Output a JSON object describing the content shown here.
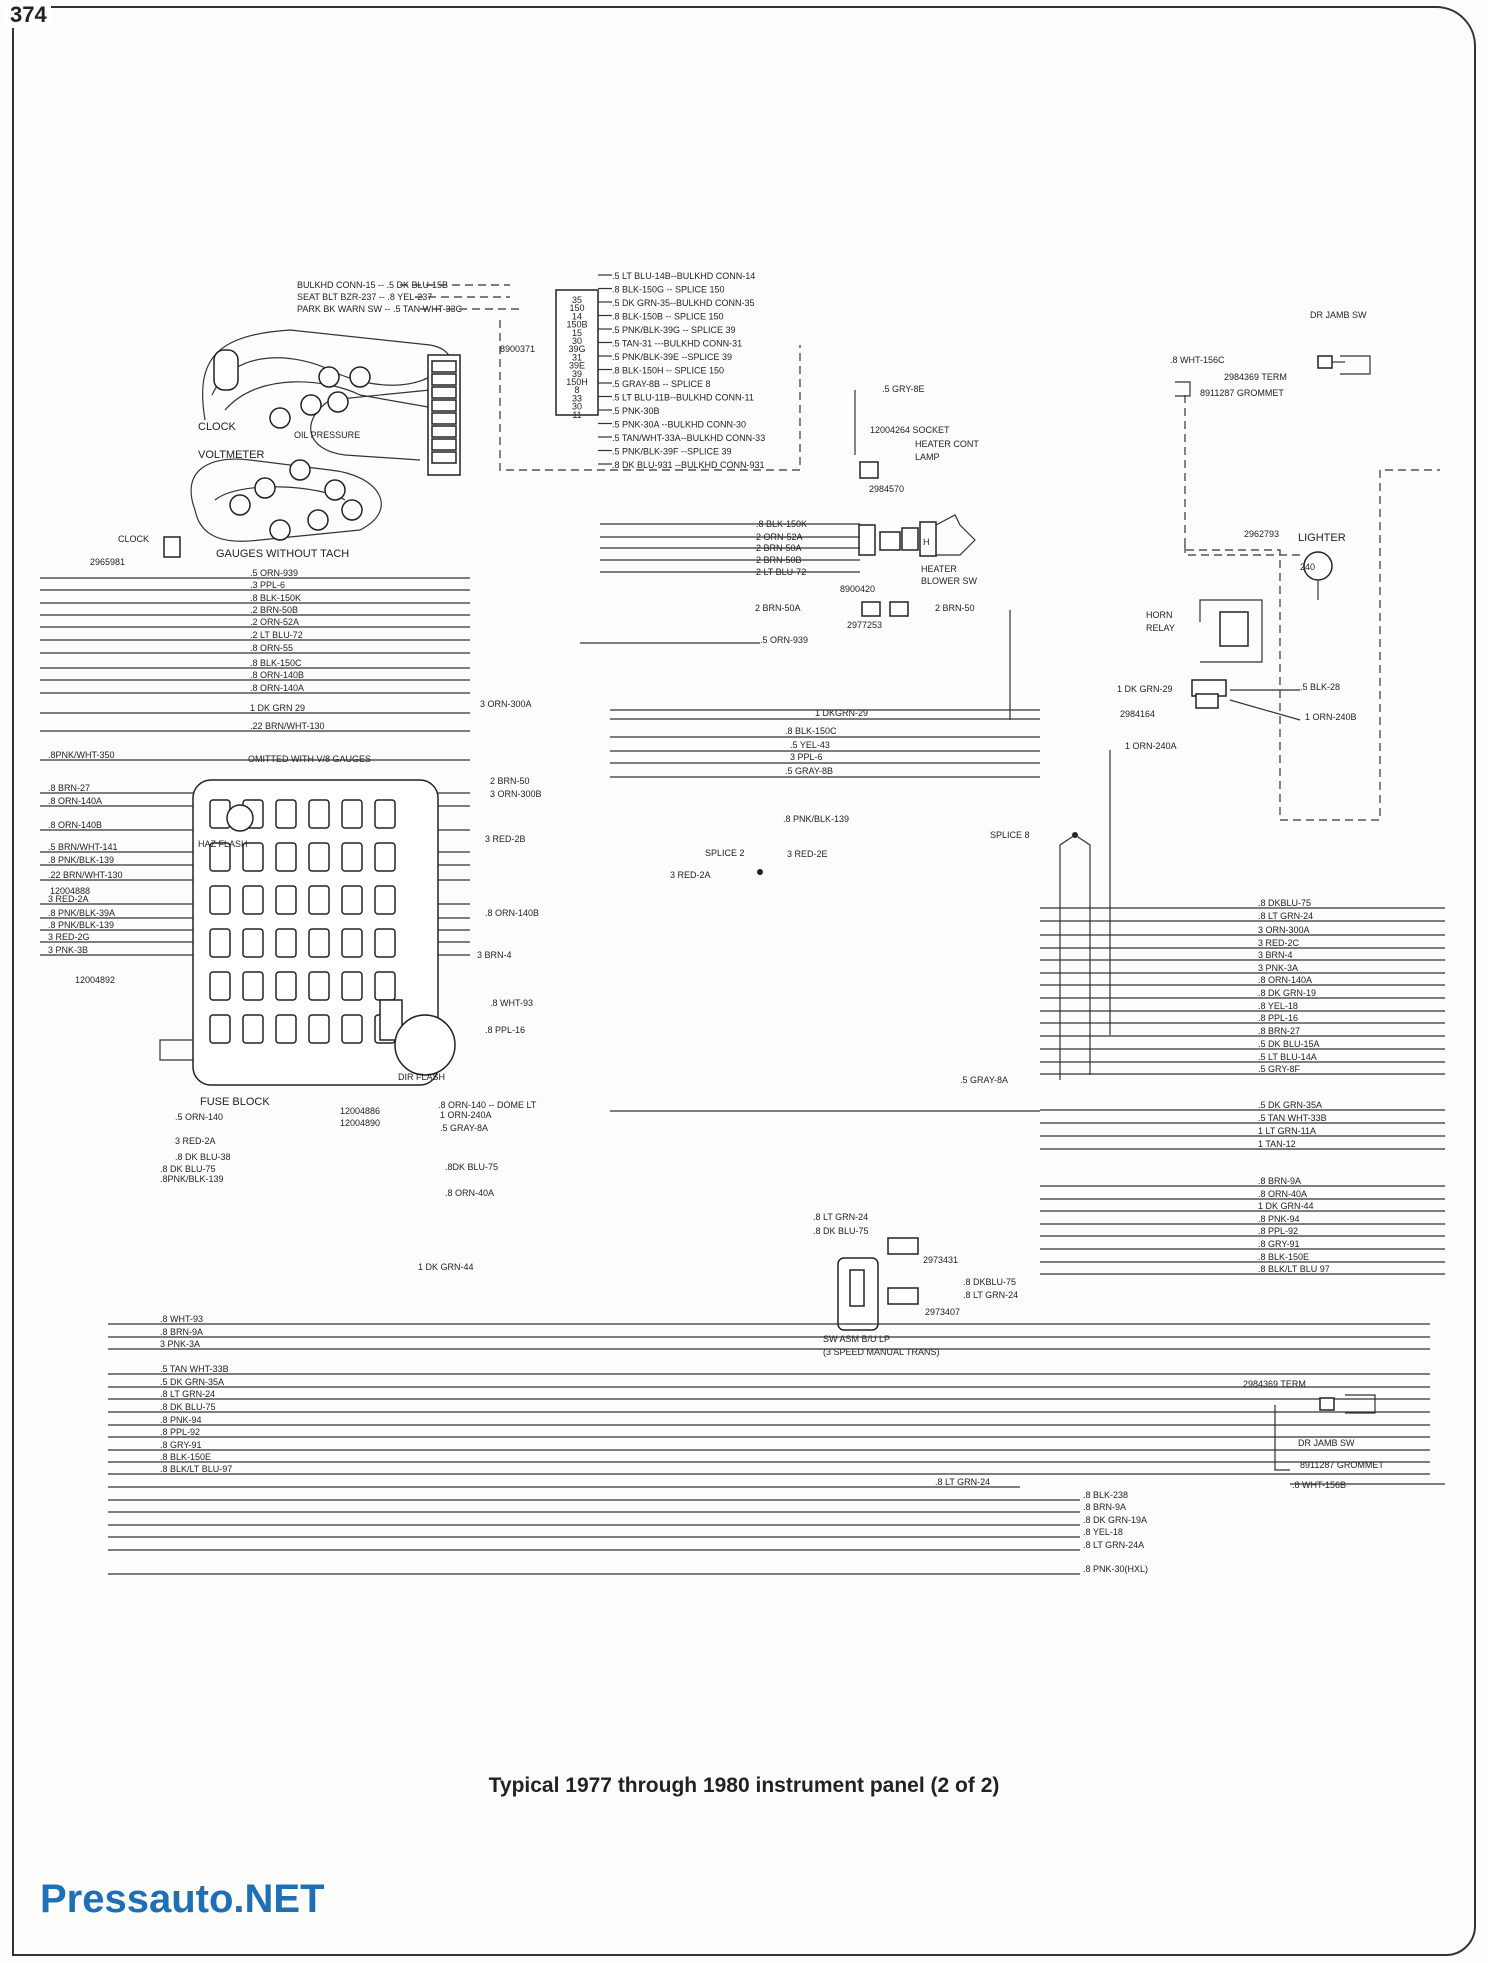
{
  "page_number": "374",
  "caption": "Typical 1977 through 1980 instrument panel (2 of 2)",
  "watermark": "Pressauto.NET",
  "components": {
    "clock": "CLOCK",
    "clock_label": "CLOCK",
    "voltmeter": "VOLTMETER",
    "oil_pressure": "OIL PRESSURE",
    "gauges_without_tach": "GAUGES WITHOUT TACH",
    "fuse_block": "FUSE BLOCK",
    "heater_cont_lamp": "HEATER CONT LAMP",
    "heater_blower_sw": "HEATER BLOWER SW",
    "horn_relay": "HORN RELAY",
    "lighter": "LIGHTER",
    "dr_jamb_sw_top": "DR JAMB SW",
    "dr_jamb_sw_bottom": "DR JAMB SW",
    "sw_asm": "SW ASM B/U LP",
    "sw_asm_note": "(3 SPEED MANUAL TRANS)",
    "omitted_note": "OMITTED WITH V/8 GAUGES",
    "splice_8": "SPLICE 8",
    "splice_2": "SPLICE 2",
    "haz_flash": "HAZ FLASH",
    "dir_flash": "DIR FLASH",
    "socket": "12004264 SOCKET",
    "grommet_top": "8911287 GROMMET",
    "term_top": "2984369 TERM",
    "grommet_bottom": "8911287 GROMMET",
    "term_bottom": "2984369 TERM"
  },
  "top_connector_labels": [
    ".5 LT BLU-14B--BULKHD CONN-14",
    ".8 BLK-150G -- SPLICE 150",
    ".5 DK GRN-35--BULKHD CONN-35",
    ".8 BLK-150B -- SPLICE 150",
    ".5 PNK/BLK-39G -- SPLICE 39",
    ".5 TAN-31 ---BULKHD CONN-31",
    ".5 PNK/BLK-39E --SPLICE 39",
    ".8 BLK-150H -- SPLICE 150",
    ".5 GRAY-8B -- SPLICE 8",
    ".5 LT BLU-11B--BULKHD CONN-11",
    ".5 PNK-30B",
    ".5 PNK-30A --BULKHD CONN-30",
    ".5 TAN/WHT-33A--BULKHD CONN-33",
    ".5 PNK/BLK-39F --SPLICE 39",
    ".8 DK BLU-931 --BULKHD CONN-931"
  ],
  "top_left_labels": [
    "BULKHD CONN-15 -- .5 DK BLU-15B",
    "SEAT BLT BZR-237 -- .8 YEL-237",
    "PARK BK WARN SW -- .5 TAN WHT-33C"
  ],
  "connector_pins": [
    "35",
    "150",
    "14",
    "150B",
    "15",
    "30",
    "39G",
    "31",
    "39E",
    "39",
    "150H",
    "8",
    "33",
    "30",
    "11"
  ],
  "left_wires": [
    ".5 ORN-939",
    ".3 PPL-6",
    ".8 BLK-150K",
    ".2 BRN-50B",
    ".2 ORN-52A",
    ".2 LT BLU-72",
    ".8 ORN-55",
    ".8 BLK-150C",
    ".8 ORN-140B",
    ".8 ORN-140A",
    "1 DK GRN 29",
    ".22 BRN/WHT-130",
    ".8PNK/WHT-350",
    ".8 BRN-27",
    ".8 ORN-140A",
    ".8 ORN-140B",
    ".5 BRN/WHT-141",
    ".8 PNK/BLK-139",
    ".22 BRN/WHT-130",
    "3 RED-2A",
    ".8 PNK/BLK-39A",
    ".8 PNK/BLK-139",
    "3 RED-2G",
    "3 PNK-3B"
  ],
  "heater_wires": [
    ".8 BLK-150K",
    "2 ORN-52A",
    "2 BRN-50A",
    "2 BRN-50B",
    "2 LT BLU-72",
    "2 BRN-50A",
    "2 BRN-50",
    ".5 ORN-939",
    ".5 GRY-8E"
  ],
  "mid_wires": [
    "3 ORN-300A",
    "1 DKGRN-29",
    ".8 BLK-150C",
    ".5 YEL-43",
    "3 PPL-6",
    ".5 GRAY-8B",
    "2 BRN-50",
    "3 ORN-300B",
    ".8 PNK/BLK-139",
    "3 RED-2B",
    "3 RED-2E",
    "3 RED-2A",
    ".8 ORN-140B",
    "3 BRN-4",
    ".8 WHT-93",
    ".8 PPL-16",
    ".8 ORN-140 -- DOME LT",
    "1 ORN-240A",
    ".5 GRAY-8A",
    ".5 GRAY-8A",
    ".5 ORN-140",
    "3 RED-2A",
    ".8 DK BLU-38",
    ".8 DK BLU-75",
    ".8PNK/BLK-139",
    ".8DK BLU-75",
    ".8 ORN-40A",
    "1 DK GRN-44"
  ],
  "right_wires": [
    ".8 DKBLU-75",
    ".8 LT GRN-24",
    "3 ORN-300A",
    "3 RED-2C",
    "3 BRN-4",
    "3 PNK-3A",
    ".8 ORN-140A",
    ".8 DK GRN-19",
    ".8 YEL-18",
    ".8 PPL-16",
    ".8 BRN-27",
    ".5 DK BLU-15A",
    ".5 LT BLU-14A",
    ".5 GRY-8F",
    ".5 DK GRN-35A",
    ".5 TAN WHT-33B",
    "1 LT GRN-11A",
    "1 TAN-12",
    ".8 BRN-9A",
    ".8 ORN-40A",
    "1 DK GRN-44",
    ".8 PNK-94",
    ".8 PPL-92",
    ".8 GRY-91",
    ".8 BLK-150E",
    ".8 BLK/LT BLU 97"
  ],
  "bottom_left_wires": [
    ".8 WHT-93",
    ".8 BRN-9A",
    "3 PNK-3A",
    ".5 TAN WHT-33B",
    ".5 DK GRN-35A",
    ".8 LT GRN-24",
    ".8 DK BLU-75",
    ".8 PNK-94",
    ".8 PPL-92",
    ".8 GRY-91",
    ".8 BLK-150E",
    ".8 BLK/LT BLU-97",
    ".8 LT GRN-24"
  ],
  "bottom_right_wires": [
    ".8 BLK-238",
    ".8 BRN-9A",
    ".8 DK GRN-19A",
    ".8 YEL-18",
    ".8 LT GRN-24A",
    ".8 PNK-30(HXL)"
  ],
  "misc_labels": {
    "horn_wires": [
      "1 DK GRN-29",
      ".5 BLK-28",
      "1 ORN-240B",
      "1 ORN-240A"
    ],
    "lighter_part": "2962793",
    "horn_part": "2984164",
    "clock_part": "2965981",
    "heater_parts": [
      "2984570",
      "8900420",
      "2977253"
    ],
    "sw_wires": [
      ".8 LT GRN-24",
      ".8 DK BLU-75",
      ".8 DKBLU-75",
      ".8 LT GRN-24"
    ],
    "sw_parts": [
      "2973431",
      "2973407"
    ],
    "top_right_wire": ".8 WHT-156C",
    "bottom_right_wire": ".8 WHT-156B",
    "fuse_parts": [
      "12004888",
      "12004892",
      "12004886",
      "12004890",
      "8900371"
    ]
  }
}
